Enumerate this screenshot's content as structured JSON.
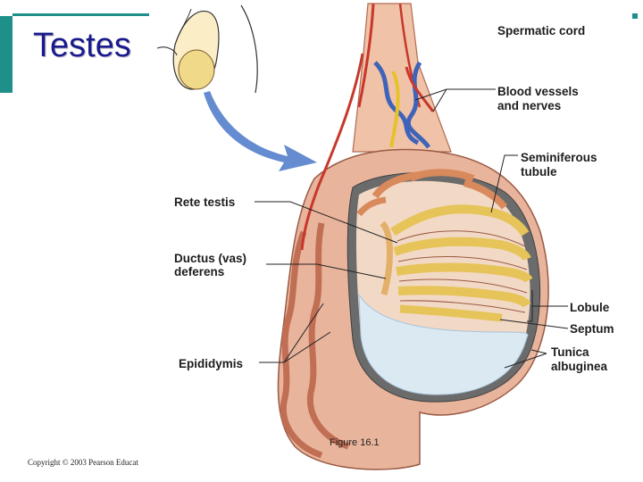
{
  "slide": {
    "title": "Testes",
    "caption": "Figure 16.1",
    "copyright": "Copyright © 2003 Pearson Educat"
  },
  "labels": {
    "spermatic_cord": "Spermatic cord",
    "blood_vessels_line1": "Blood vessels",
    "blood_vessels_line2": "and nerves",
    "seminiferous_line1": "Seminiferous",
    "seminiferous_line2": "tubule",
    "rete_testis": "Rete testis",
    "ductus_line1": "Ductus (vas)",
    "ductus_line2": "deferens",
    "lobule": "Lobule",
    "septum": "Septum",
    "tunica_line1": "Tunica",
    "tunica_line2": "albuginea",
    "epididymis": "Epididymis"
  },
  "colors": {
    "accent": "#1f8f8a",
    "title": "#1a1a8c",
    "skin": "#e9b49c",
    "tubule": "#e6c45a",
    "vessel_red": "#c8372b",
    "vessel_blue": "#3f63b8",
    "tunica": "#dbe9f3"
  }
}
